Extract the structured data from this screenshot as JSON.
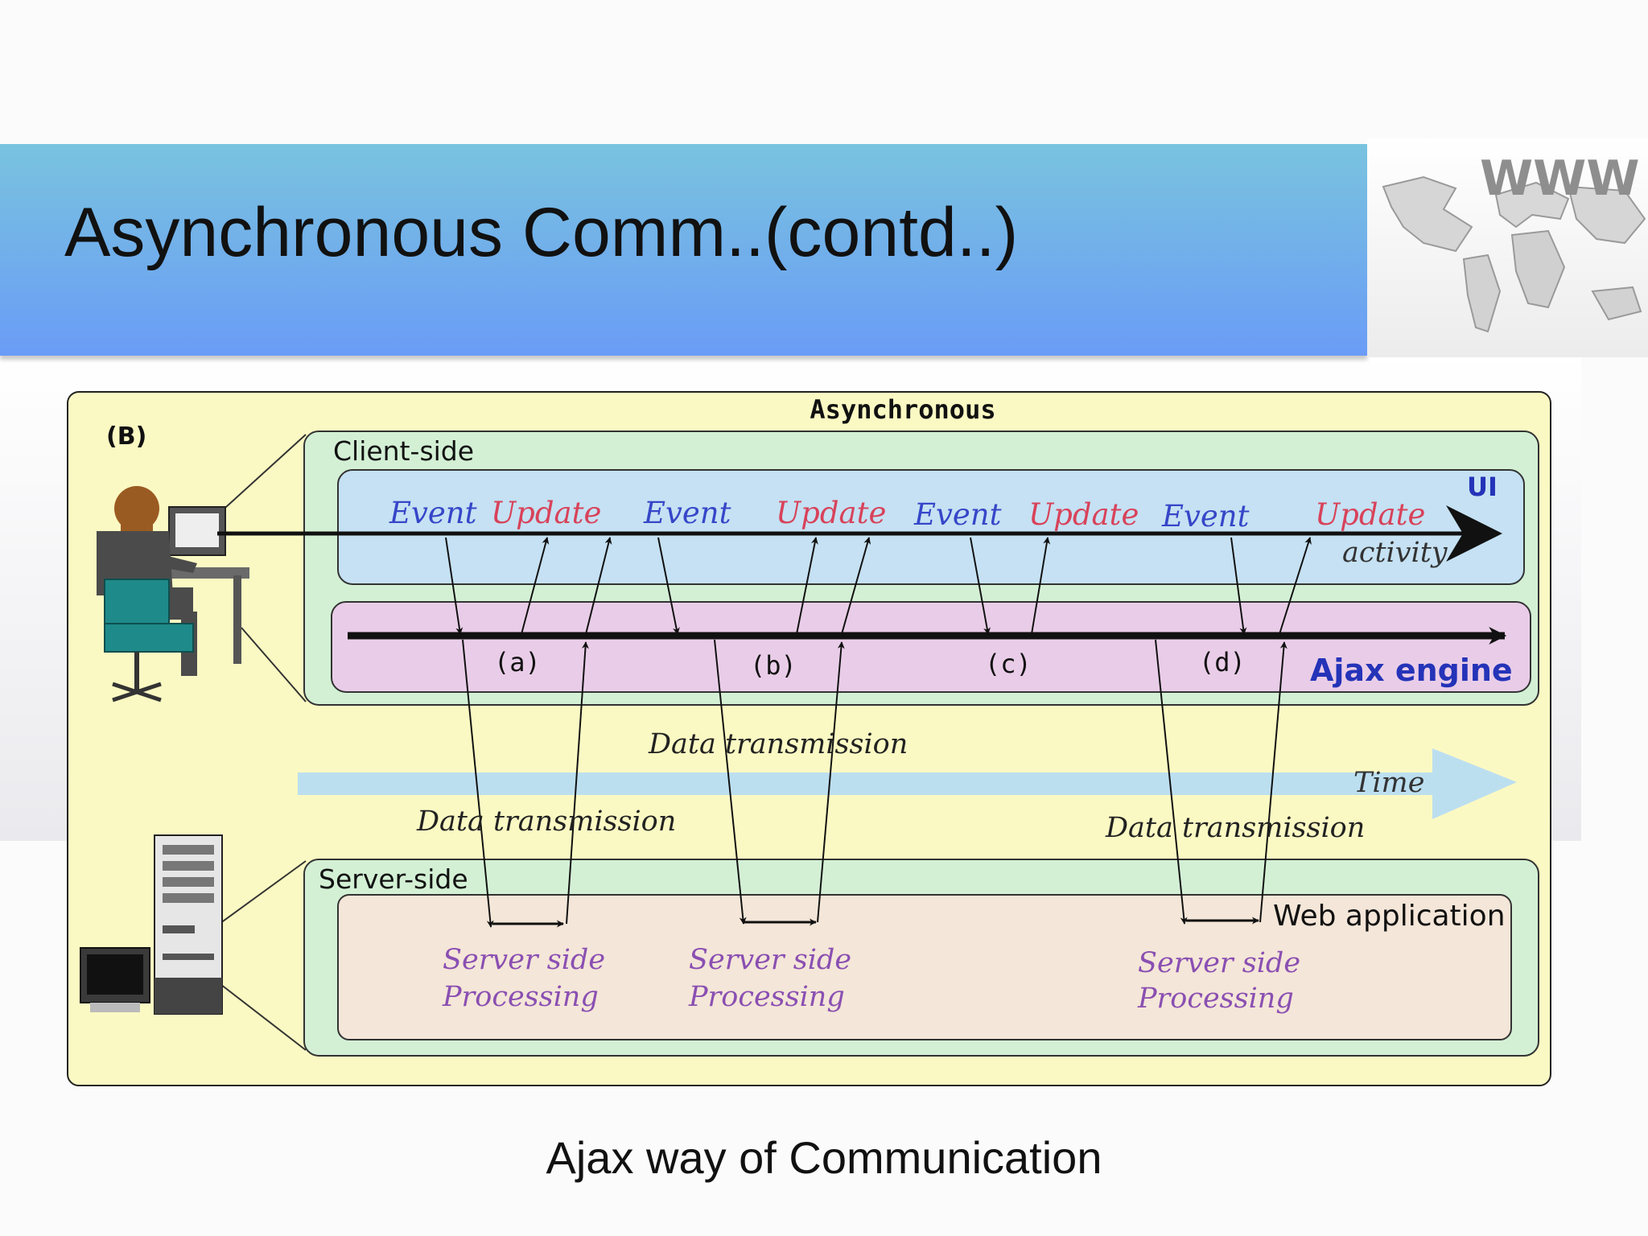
{
  "slide": {
    "title": "Asynchronous Comm..(contd..)",
    "caption": "Ajax way of Communication",
    "logo_text": "WWW"
  },
  "diagram": {
    "title": "Asynchronous",
    "tag": "(B)",
    "client_label": "Client-side",
    "ui_label": "UI",
    "activity_label": "activity",
    "ajax_label": "Ajax engine",
    "ui_events": [
      {
        "event": "Event",
        "update": "Update"
      },
      {
        "event": "Event",
        "update": "Update"
      },
      {
        "event": "Event",
        "update": "Update"
      },
      {
        "event": "Event",
        "update": "Update"
      }
    ],
    "cycle_labels": [
      "(a)",
      "(b)",
      "(c)",
      "(d)"
    ],
    "data_transmission": [
      "Data transmission",
      "Data transmission",
      "Data transmission"
    ],
    "time_label": "Time",
    "server_label": "Server-side",
    "webapp_label": "Web application",
    "processing": [
      {
        "line1": "Server side",
        "line2": "Processing"
      },
      {
        "line1": "Server side",
        "line2": "Processing"
      },
      {
        "line1": "Server side",
        "line2": "Processing"
      }
    ],
    "colors": {
      "outer_panel": "#fbf9c3",
      "client_panel": "#d3f0d5",
      "ui_band": "#c5e1f3",
      "ajax_band": "#e9cde8",
      "server_panel": "#d3f0d5",
      "webapp_band": "#f4e6d8",
      "time_arrow": "#bcdff0",
      "event_text": "#3646c8",
      "update_text": "#d8425a",
      "processing_text": "#8a4fb2"
    }
  }
}
